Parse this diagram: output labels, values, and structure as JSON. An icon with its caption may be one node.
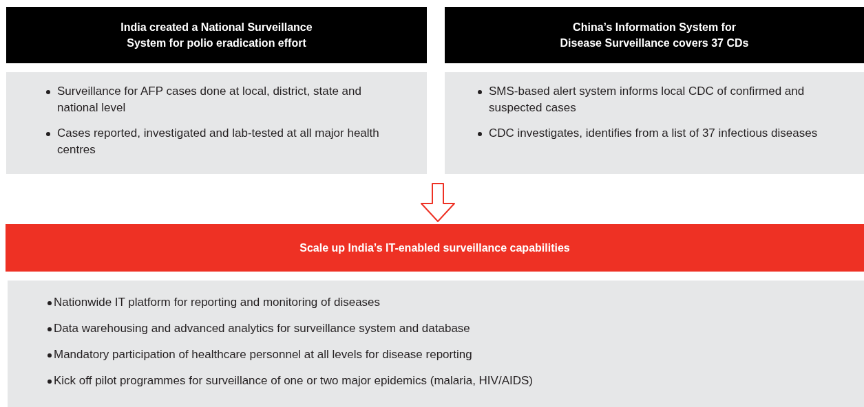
{
  "diagram": {
    "nodes": [
      {
        "text": [
          "India created a National Surveillance System for polio eradication effort"
        ]
      },
      {
        "text": [
          "China’s Information System for Disease Surveillance covers 37 CDs"
        ]
      },
      {
        "text": [
          "Surveillance for AFP cases done at local, district, state and national level",
          "Cases reported, investigated and lab-tested at all major health centres"
        ]
      },
      {
        "text": [
          "SMS-based alert system informs local CDC of confirmed and suspected cases",
          "CDC investigates, identifies from a list of 37 infectious diseases"
        ]
      },
      {
        "text": [
          "Scale up India’s IT-enabled surveillance capabilities"
        ]
      },
      {
        "text": [
          "Nationwide IT platform for reporting and monitoring of diseases",
          "Data warehousing and advanced analytics for surveillance system and database",
          "Mandatory participation of healthcare personnel at all levels for disease reporting",
          "Kick off pilot programmes for surveillance of one or two major epidemics (malaria, HIV/AIDS)"
        ]
      }
    ],
    "edges": [
      {
        "from": null,
        "to": 4,
        "arrow": "to"
      }
    ]
  }
}
